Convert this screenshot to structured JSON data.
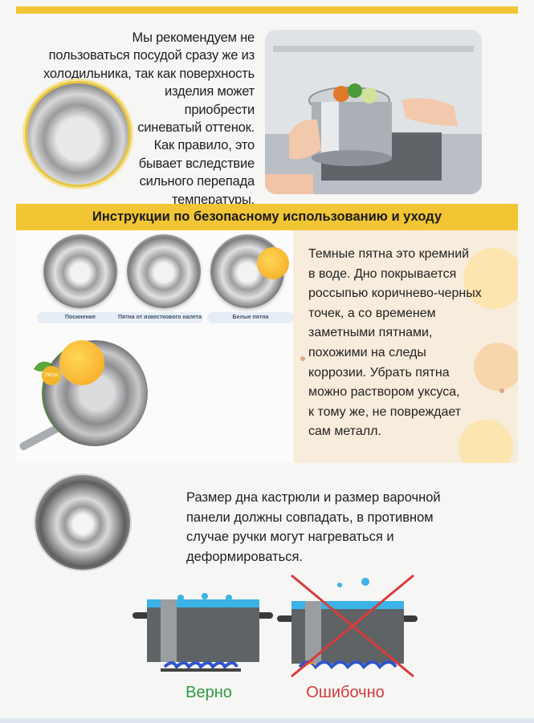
{
  "section1": {
    "text_lines": [
      "Мы рекомендуем не",
      "пользоваться посудой сразу же из",
      "холодильника, так как поверхность",
      "изделия может",
      "приобрести",
      "синеватый оттенок.",
      "Как правило, это",
      "бывает вследствие",
      "сильного перепада",
      "температуры."
    ]
  },
  "band": {
    "title": "Инструкции по безопасному использованию и уходу"
  },
  "section2": {
    "spot_labels": [
      "Посинение",
      "Пятна от известкового налета",
      "Белые пятна"
    ],
    "text_lines": [
      "Темные пятна это кремний",
      "в воде. Дно покрывается",
      "россыпью коричнево-черных",
      "точек, а со временем",
      "заметными пятнами,",
      "похожими на следы",
      "коррозии. Убрать пятна",
      "можно раствором уксуса,",
      "к тому же, не повреждает",
      "сам металл."
    ],
    "lemon_tag": "Уксус"
  },
  "section3": {
    "text_lines": [
      "Размер дна кастрюли и размер варочной",
      "панели должны совпадать, в противном",
      "случае ручки могут нагреваться и",
      "деформироваться."
    ],
    "caption_correct": "Верно",
    "caption_wrong": "Ошибочно"
  },
  "colors": {
    "accent_yellow": "#f2c534",
    "correct_green": "#2f9a3e",
    "wrong_red": "#cf3b3b",
    "water_blue": "#3bb3e6",
    "flame_blue": "#2f56c9"
  }
}
